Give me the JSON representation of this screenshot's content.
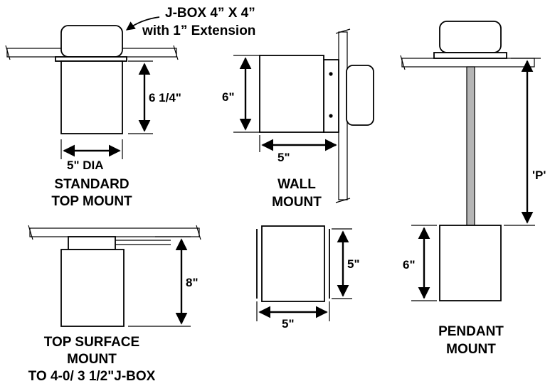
{
  "jbox_note": {
    "line1": "J-BOX 4” X 4”",
    "line2": "with 1” Extension"
  },
  "standard_top_mount": {
    "height_label": "6 1/4\"",
    "diameter_label": "5\" DIA",
    "caption_line1": "STANDARD",
    "caption_line2": "TOP MOUNT"
  },
  "wall_mount": {
    "height_label": "6\"",
    "depth_label": "5\"",
    "caption_line1": "WALL",
    "caption_line2": "MOUNT"
  },
  "square_view": {
    "height_label": "5\"",
    "width_label": "5\""
  },
  "top_surface_mount": {
    "height_label": "8\"",
    "caption_line1": "TOP SURFACE",
    "caption_line2": "MOUNT",
    "caption_line3": "TO 4-0/ 3 1/2\"J-BOX"
  },
  "pendant_mount": {
    "length_label": "'P'",
    "height_label": "6\"",
    "caption_line1": "PENDANT",
    "caption_line2": "MOUNT"
  }
}
